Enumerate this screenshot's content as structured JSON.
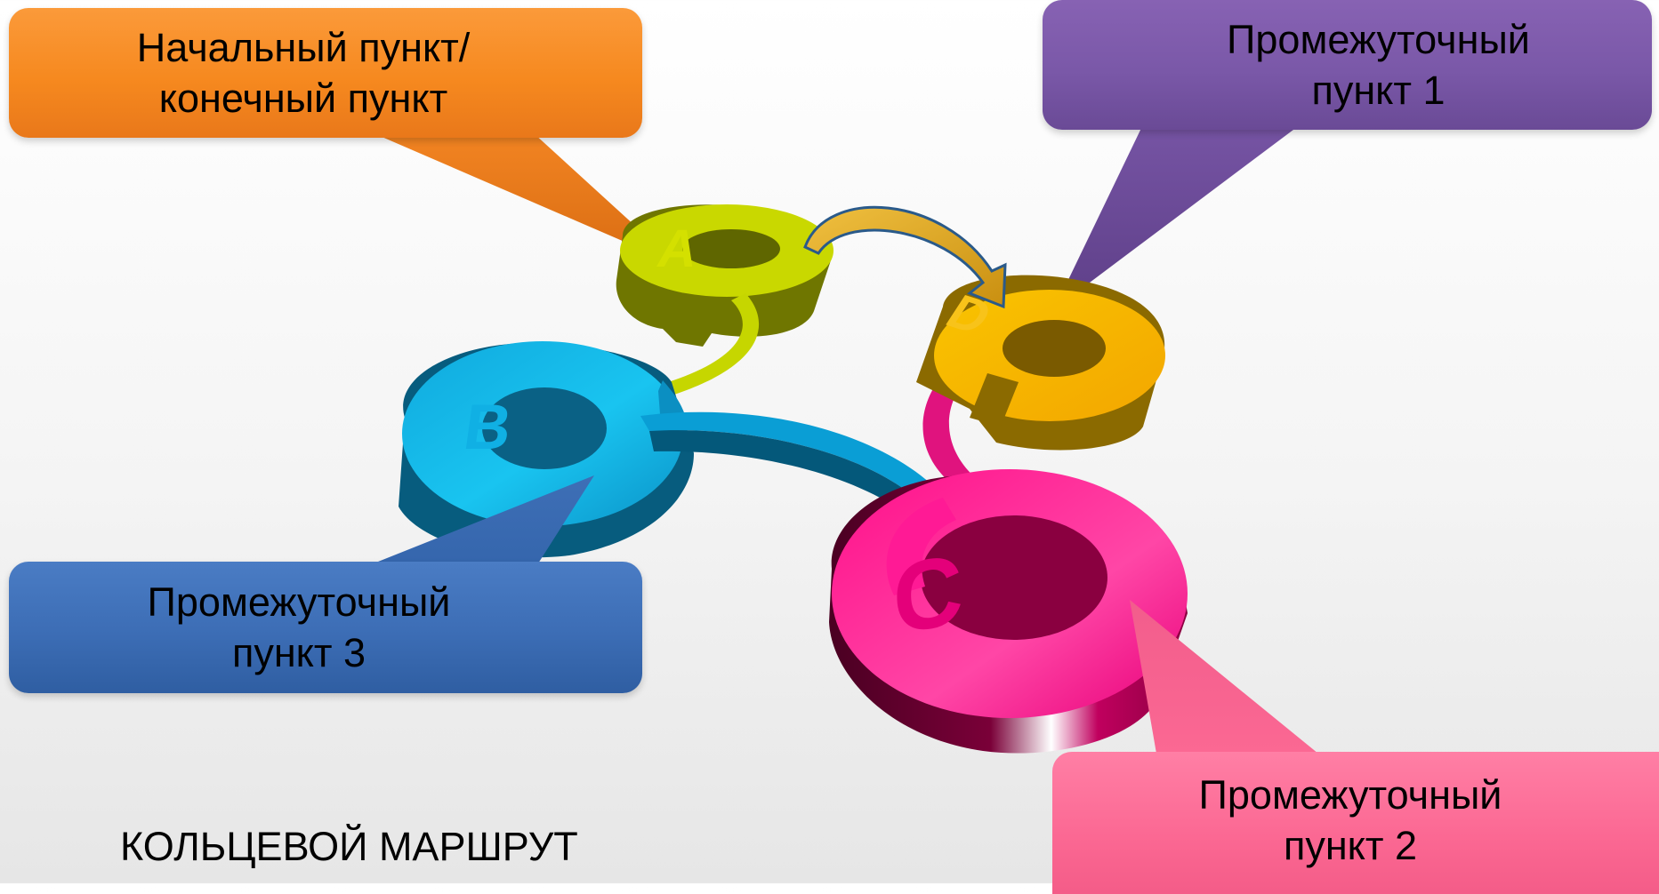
{
  "callouts": {
    "start": {
      "line1": "Начальный пункт/",
      "line2": "конечный пункт"
    },
    "point1": {
      "line1": "Промежуточный",
      "line2": "пункт 1"
    },
    "point2": {
      "line1": "Промежуточный",
      "line2": "пункт 2"
    },
    "point3": {
      "line1": "Промежуточный",
      "line2": "пункт 3"
    }
  },
  "nodes": {
    "a": "A",
    "b": "B",
    "c": "C",
    "d": "D"
  },
  "caption": "КОЛЬЦЕВОЙ МАРШРУТ",
  "colors": {
    "node_a": "#c9d800",
    "node_b": "#12b6e6",
    "node_c": "#f0138a",
    "node_d": "#f7b400",
    "callout_start": "#f6891f",
    "callout_p1": "#7a58a8",
    "callout_p2": "#fb6893",
    "callout_p3": "#3c6db5"
  }
}
